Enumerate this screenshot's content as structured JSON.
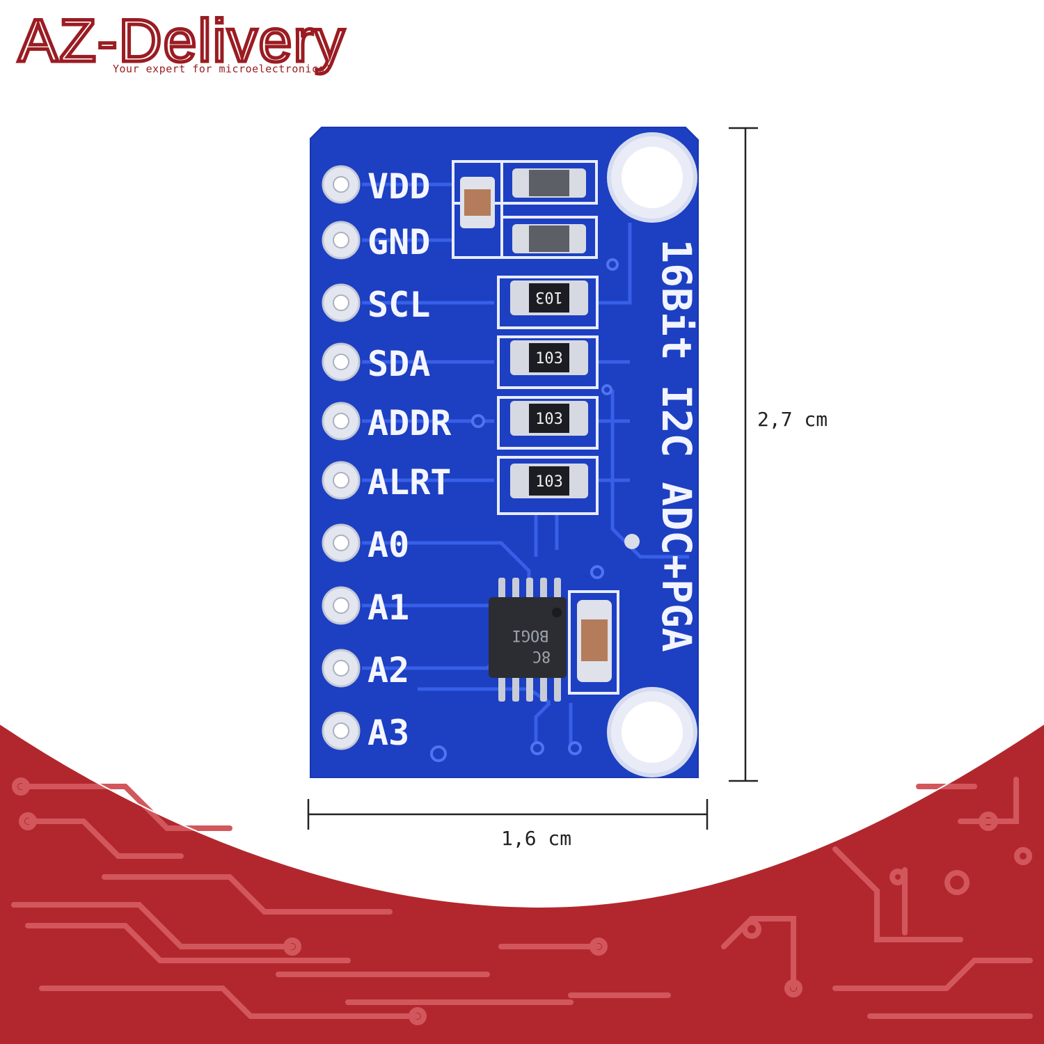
{
  "brand": {
    "name": "AZ-Delivery",
    "tagline": "Your expert for microelectronics!"
  },
  "board": {
    "pins": [
      "VDD",
      "GND",
      "SCL",
      "SDA",
      "ADDR",
      "ALRT",
      "A0",
      "A1",
      "A2",
      "A3"
    ],
    "side_label": "16Bit I2C ADC+PGA",
    "resistor_code": "103",
    "chip_marking_line1": "BOGI",
    "chip_marking_line2": "8C"
  },
  "dimensions": {
    "height_label": "2,7 cm",
    "width_label": "1,6 cm"
  },
  "colors": {
    "brand_red": "#9a1c22",
    "band_red": "#b2272d",
    "pcb_blue": "#1d3fc2"
  }
}
